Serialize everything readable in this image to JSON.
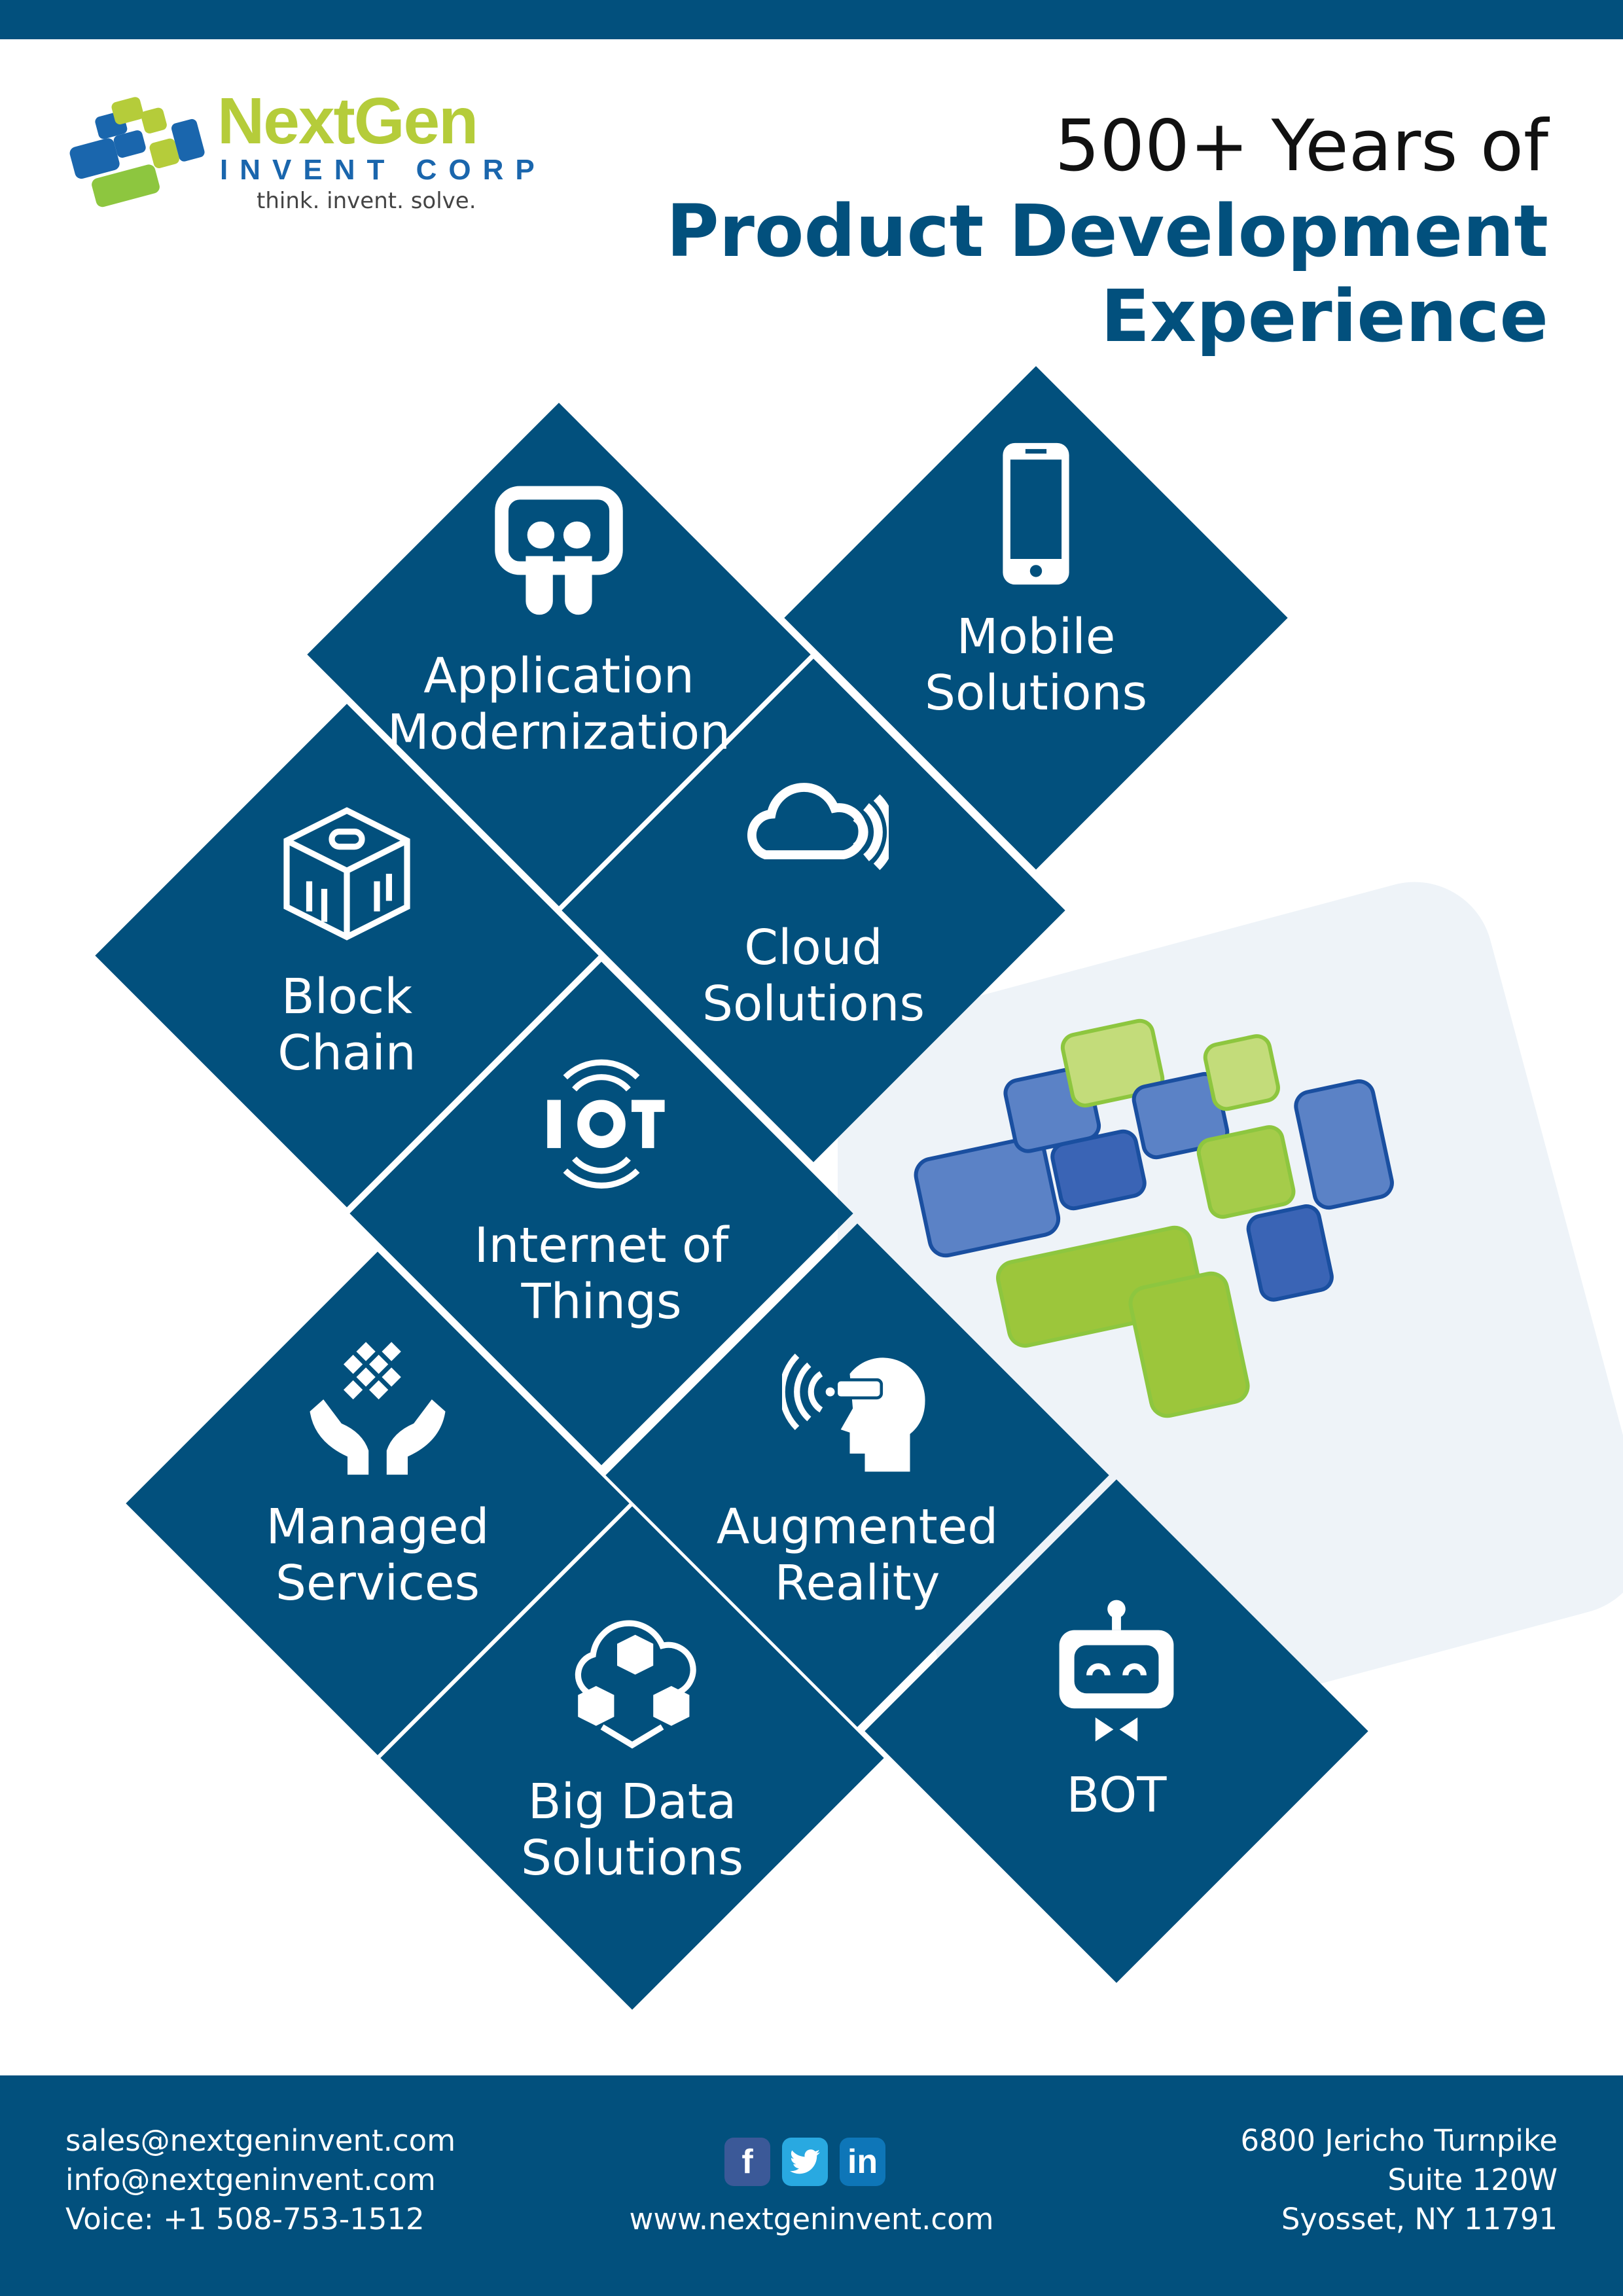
{
  "logo": {
    "brand": "NextGen",
    "corp": "INVENT CORP",
    "tagline": "think. invent. solve."
  },
  "heading": {
    "line1": "500+ Years of",
    "line2": "Product Development",
    "line3": "Experience"
  },
  "colors": {
    "primary": "#02507d",
    "green": "#b5cc3a",
    "logo_blue": "#1a66ad",
    "facebook": "#3b5998",
    "twitter": "#29a9e1",
    "linkedin": "#0e76b8"
  },
  "services": [
    {
      "label1": "Application",
      "label2": "Modernization",
      "icon": "app-modernization-icon"
    },
    {
      "label1": "Mobile",
      "label2": "Solutions",
      "icon": "mobile-phone-icon"
    },
    {
      "label1": "Block",
      "label2": "Chain",
      "icon": "blockchain-cube-icon"
    },
    {
      "label1": "Cloud",
      "label2": "Solutions",
      "icon": "cloud-icon"
    },
    {
      "label1": "Internet of",
      "label2": "Things",
      "icon": "iot-icon"
    },
    {
      "label1": "Managed",
      "label2": "Services",
      "icon": "hands-icon"
    },
    {
      "label1": "Augmented",
      "label2": "Reality",
      "icon": "ar-head-icon"
    },
    {
      "label1": "Big Data",
      "label2": "Solutions",
      "icon": "big-data-icon"
    },
    {
      "label1": "BOT",
      "label2": "",
      "icon": "robot-icon"
    }
  ],
  "footer": {
    "email_sales": "sales@nextgeninvent.com",
    "email_info": "info@nextgeninvent.com",
    "voice": "Voice: +1 508-753-1512",
    "website": "www.nextgeninvent.com",
    "address1": "6800 Jericho Turnpike",
    "address2": "Suite 120W",
    "address3": "Syosset, NY 11791",
    "social": {
      "facebook": "f",
      "twitter": "t",
      "linkedin": "in"
    }
  }
}
